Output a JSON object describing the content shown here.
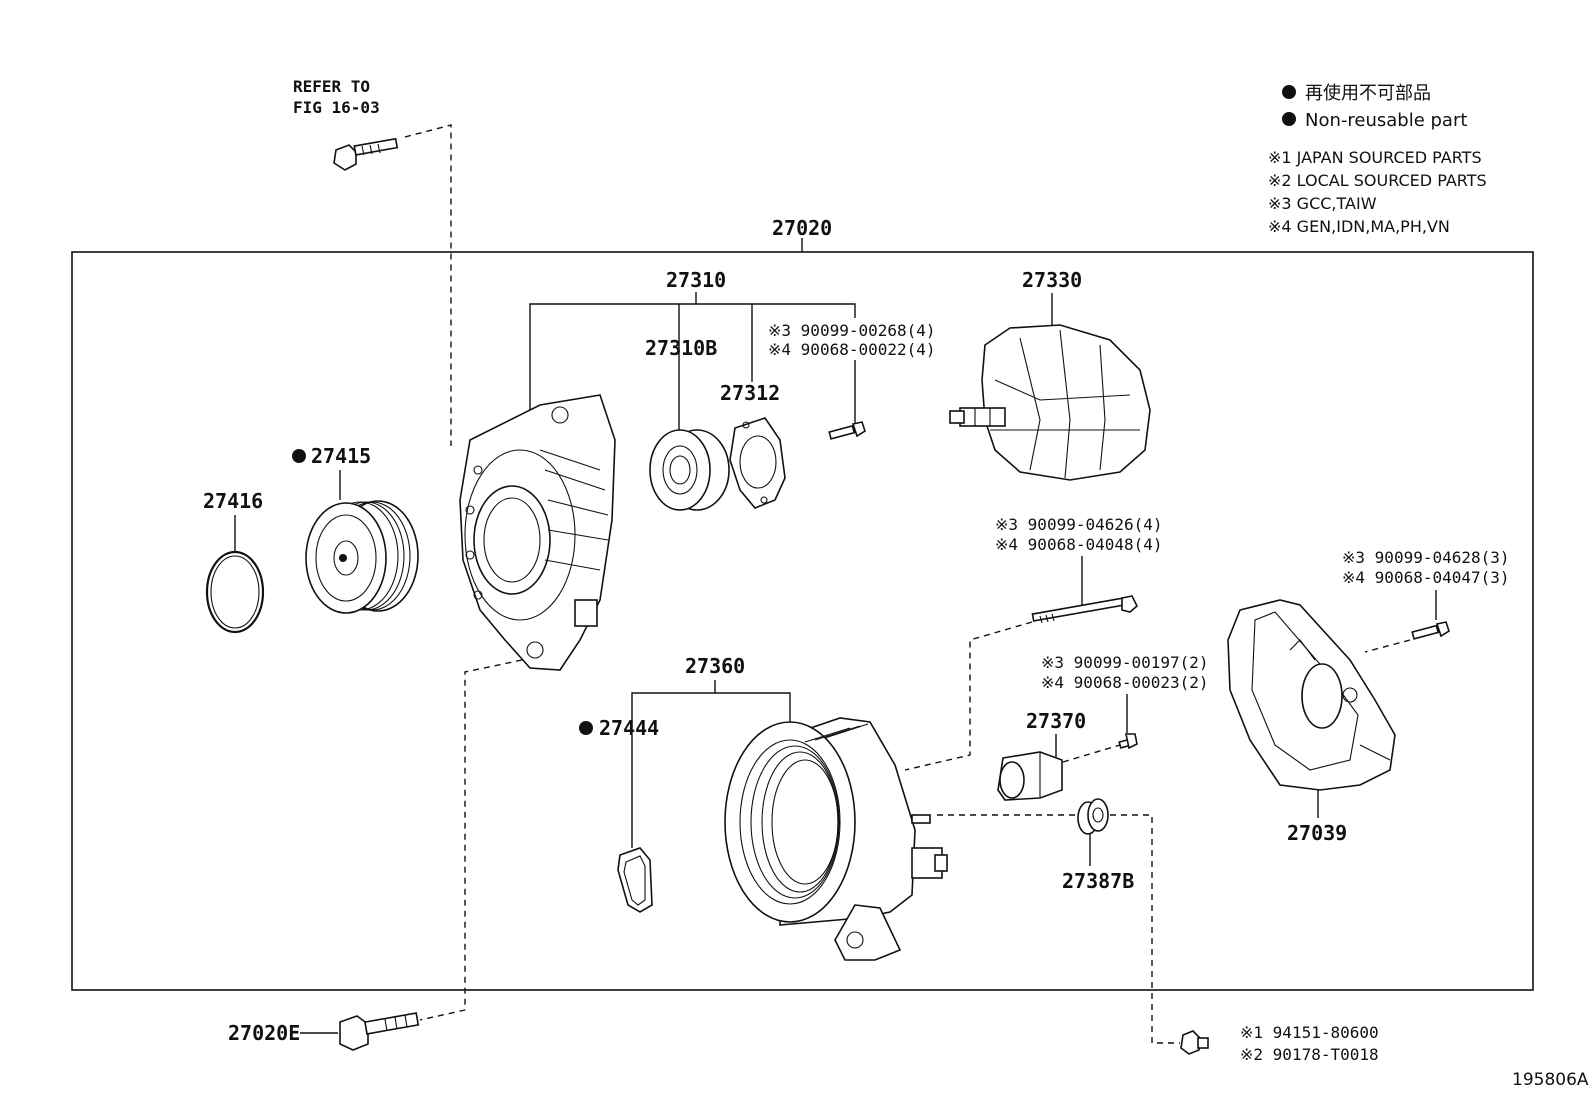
{
  "title": "27020",
  "refer": {
    "line1": "REFER TO",
    "line2": "FIG 16-03"
  },
  "legend": {
    "non_reusable_jp": "再使用不可部品",
    "non_reusable_en": "Non-reusable part",
    "notes": [
      "※1 JAPAN SOURCED PARTS",
      "※2 LOCAL SOURCED PARTS",
      "※3 GCC,TAIW",
      "※4 GEN,IDN,MA,PH,VN"
    ]
  },
  "parts": {
    "p27310": "27310",
    "p27310B": "27310B",
    "p27312": "27312",
    "p27330": "27330",
    "p27415": "27415",
    "p27416": "27416",
    "p27360": "27360",
    "p27444": "27444",
    "p27370": "27370",
    "p27387B": "27387B",
    "p27039": "27039",
    "p27020E": "27020E"
  },
  "refs": {
    "screw_a1": "※3 90099-00268(4)",
    "screw_a2": "※4 90068-00022(4)",
    "bolt_b1": "※3 90099-04626(4)",
    "bolt_b2": "※4 90068-04048(4)",
    "bolt_c1": "※3 90099-04628(3)",
    "bolt_c2": "※4 90068-04047(3)",
    "screw_d1": "※3 90099-00197(2)",
    "screw_d2": "※4 90068-00023(2)",
    "nut_e1": "※1 94151-80600",
    "nut_e2": "※2 90178-T0018"
  },
  "figure_code": "195806A"
}
